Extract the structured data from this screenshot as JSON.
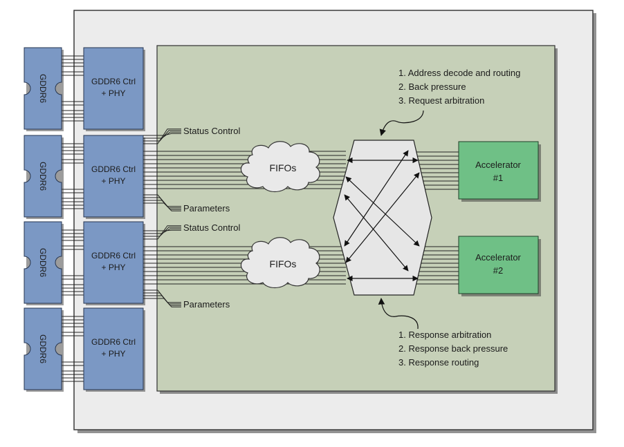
{
  "memory": {
    "gddr_label": "GDDR6",
    "ctrl_line1": "GDDR6 Ctrl",
    "ctrl_line2": "+ PHY"
  },
  "signals": {
    "status_control": "Status Control",
    "parameters": "Parameters"
  },
  "fifo_label": "FIFOs",
  "accelerators": [
    {
      "line1": "Accelerator",
      "line2": "#1"
    },
    {
      "line1": "Accelerator",
      "line2": "#2"
    }
  ],
  "request_notes": [
    "1. Address decode and routing",
    "2. Back pressure",
    "3. Request arbitration"
  ],
  "response_notes": [
    "1. Response arbitration",
    "2. Response back pressure",
    "3. Response routing"
  ],
  "colors": {
    "memory_block": "#7b98c4",
    "fabric_region": "#c6d0b8",
    "board": "#ececec",
    "accelerator": "#6fc086",
    "switch": "#e6e6e6"
  }
}
